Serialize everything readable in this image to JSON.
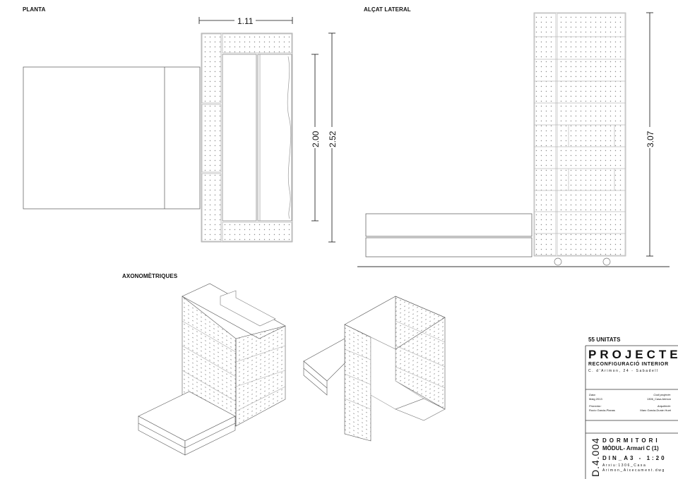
{
  "labels": {
    "plan": "PLANTA",
    "elevation": "ALÇAT LATERAL",
    "axonometric": "AXONOMÈTRIQUES",
    "units": "55 UNITATS"
  },
  "dimensions": {
    "width": "1.11",
    "inner_height": "2.00",
    "outer_height": "2.52",
    "elevation_height": "3.07"
  },
  "title_block": {
    "project": "PROJECTE",
    "subtitle": "RECONFIGURACIÓ INTERIOR",
    "address": "C. d'Arimon, 24 - Sabadell",
    "date_label": "Data:",
    "date_value": "Maig 2013",
    "code_label": "Codi projecte:",
    "code_value": "1306_Casa Arimon",
    "promoter_label": "Promotor:",
    "promoter_value": "Rocío Garcia-Planas",
    "architect_label": "Arquitecte:",
    "architect_value": "Marc Garcia-Durán Huet",
    "sheet_code": "D.4.004",
    "room": "DORMITORI",
    "module": "MÒDUL- Armari C (1)",
    "format": "DIN_A3 - 1:20",
    "file_line1": "Arxiu:1306_Casa",
    "file_line2": "Arimon_Aixecament.dwg"
  }
}
